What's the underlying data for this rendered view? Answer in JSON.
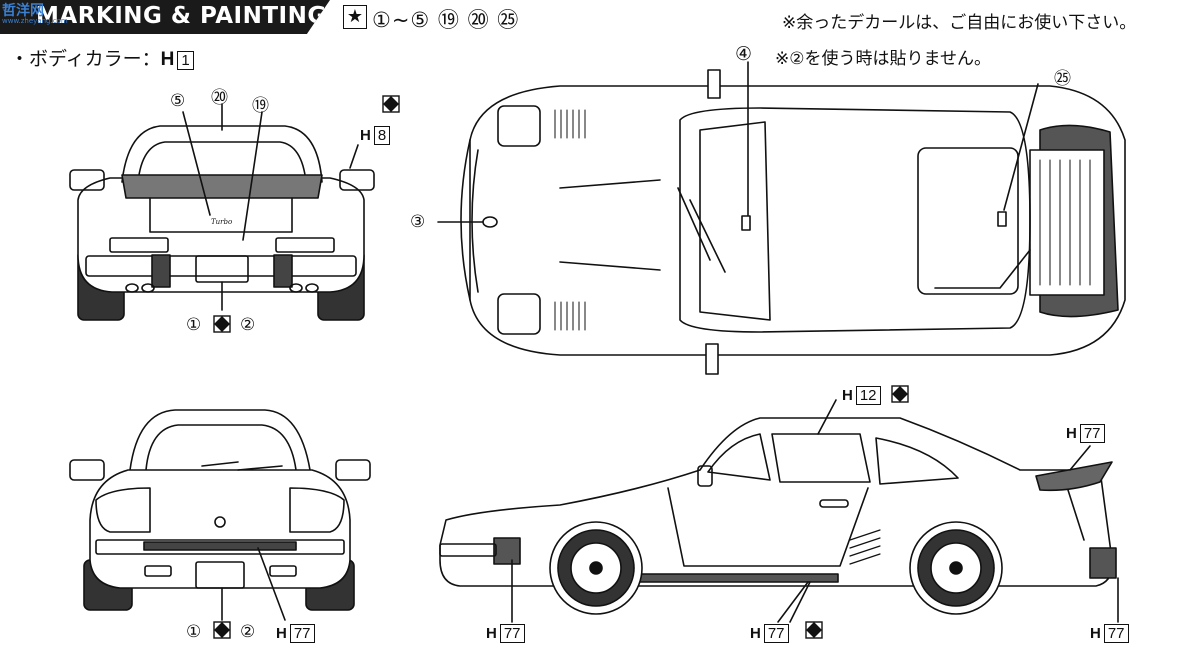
{
  "watermark": {
    "site": "哲洋网",
    "url": "www.zheyang.com"
  },
  "header": {
    "title": "MARKING & PAINTING",
    "step_icon": "★",
    "steps": "①~⑤ ⑲ ⑳ ㉕"
  },
  "notes": {
    "leftover": "※余ったデカールは、ご自由にお使い下さい。",
    "decal4_num": "④",
    "decal4": "※②を使う時は貼りません。"
  },
  "body_color": {
    "label": "・ボディカラー：",
    "h": "H",
    "code": "1"
  },
  "rear_view": {
    "labels": {
      "c5": "⑤",
      "c20": "⑳",
      "c19": "⑲",
      "c1": "①",
      "c2": "②"
    },
    "h_label": "H",
    "h_code": "8",
    "badge": "Turbo"
  },
  "top_view": {
    "labels": {
      "c4": "④",
      "c3": "③",
      "c25": "㉕"
    }
  },
  "front_view": {
    "labels": {
      "c1": "①",
      "c2": "②"
    },
    "h_label": "H",
    "h_code": "77"
  },
  "side_view": {
    "roof": {
      "h": "H",
      "code": "12"
    },
    "wing": {
      "h": "H",
      "code": "77"
    },
    "front_fender": {
      "h": "H",
      "code": "77"
    },
    "sill": {
      "h": "H",
      "code": "77"
    },
    "rear_bumper": {
      "h": "H",
      "code": "77"
    }
  }
}
